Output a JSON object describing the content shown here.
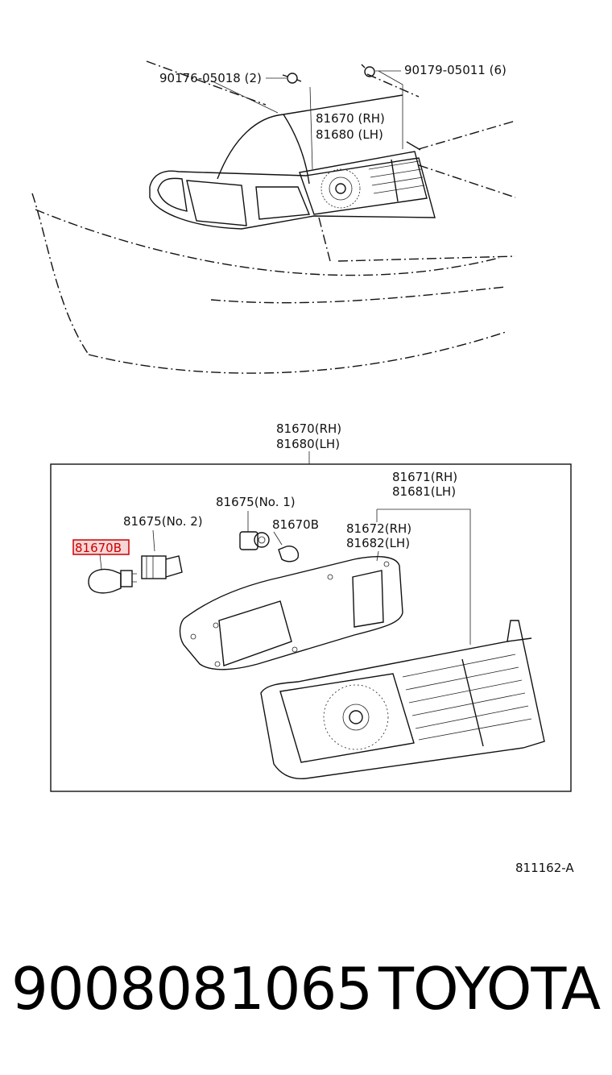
{
  "callouts_top": {
    "bolt_left": "90176-05018 (2)",
    "bolt_right": "90179-05011 (6)",
    "lamp_rh": "81670 (RH)",
    "lamp_lh": "81680 (LH)"
  },
  "callouts_detail": {
    "assy_rh": "81670(RH)",
    "assy_lh": "81680(LH)",
    "lens_rh": "81671(RH)",
    "lens_lh": "81681(LH)",
    "socket_no1": "81675(No. 1)",
    "socket_no2": "81675(No. 2)",
    "bulb_small": "81670B",
    "bulb_highlighted": "81670B",
    "housing_rh": "81672(RH)",
    "housing_lh": "81682(LH)"
  },
  "figure_code": "811162-A",
  "part_number": "9008081065",
  "brand": "TOYOTA",
  "colors": {
    "highlight": "#cc0000",
    "highlight_fill": "#f6d6d6",
    "line": "#111111"
  }
}
